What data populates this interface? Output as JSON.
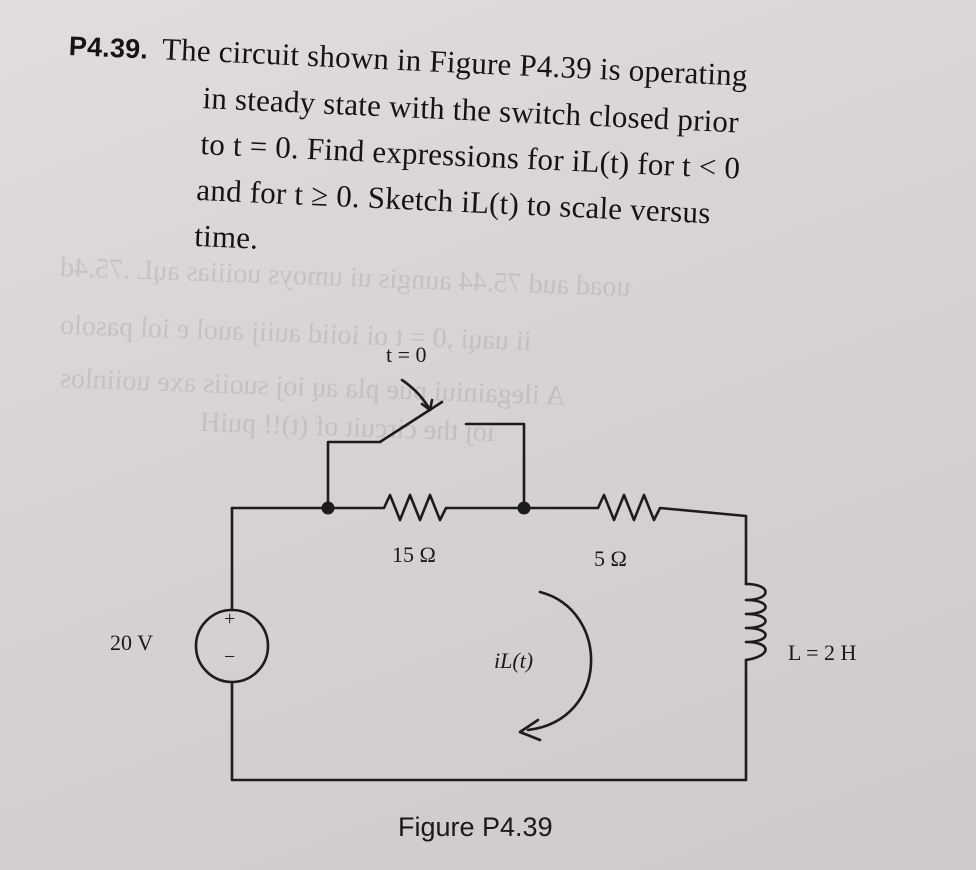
{
  "problem": {
    "number": "P4.39.",
    "lines": [
      "The circuit shown in Figure P4.39 is operating",
      "in steady state with the switch closed prior",
      "to t = 0. Find expressions for iL(t) for t < 0",
      "and for t ≥ 0. Sketch iL(t) to scale versus",
      "time."
    ]
  },
  "figure": {
    "caption": "Figure P4.39",
    "switch_label": "t = 0",
    "resistor1_label": "15 Ω",
    "resistor2_label": "5 Ω",
    "source_label": "20 V",
    "source_plus": "+",
    "source_minus": "−",
    "inductor_label": "L = 2 H",
    "current_label": "iL(t)"
  }
}
